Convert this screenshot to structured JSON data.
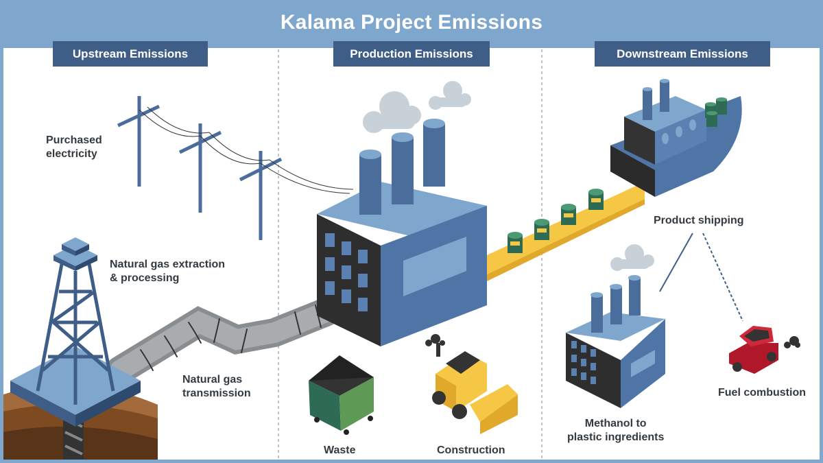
{
  "title": "Kalama Project Emissions",
  "sections": {
    "upstream": "Upstream Emissions",
    "production": "Production Emissions",
    "downstream": "Downstream Emissions"
  },
  "labels": {
    "purchased_electricity": "Purchased\nelectricity",
    "gas_extraction": "Natural gas extraction\n& processing",
    "gas_transmission": "Natural gas\ntransmission",
    "waste": "Waste",
    "construction": "Construction",
    "product_shipping": "Product shipping",
    "methanol": "Methanol to\nplastic ingredients",
    "fuel_combustion": "Fuel combustion"
  },
  "colors": {
    "header_bg": "#7fa6cc",
    "section_tag_bg": "#3f5e87",
    "building_blue": "#5b80b2",
    "building_dark": "#3f5e87",
    "conveyor_yellow": "#f6c744",
    "car_red": "#b0182a",
    "barrel_green": "#2e6b55"
  }
}
